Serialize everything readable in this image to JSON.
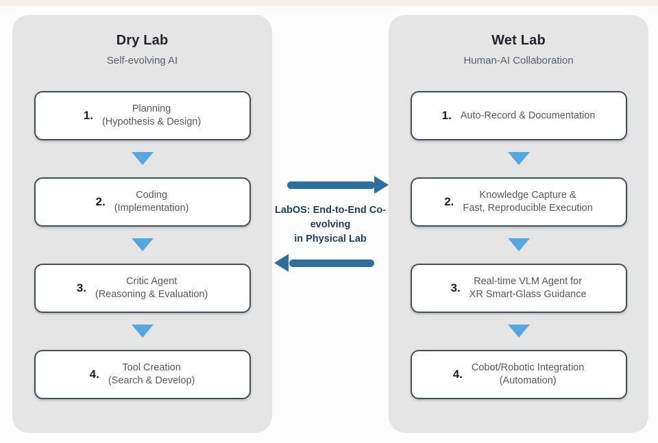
{
  "colors": {
    "top_strip": "#f6efe8",
    "panel_bg": "#e5e5e6",
    "box_border": "#424d5a",
    "triangle": "#54a7e0",
    "arrow": "#2e6f9f",
    "center_text": "#1d3d5f"
  },
  "center": {
    "label_lines": [
      "LabOS: End-to-End Co-",
      "evolving",
      "in Physical Lab"
    ]
  },
  "panels": [
    {
      "title": "Dry Lab",
      "subtitle": "Self-evolving AI",
      "steps": [
        {
          "num": "1.",
          "lines": [
            "Planning",
            "(Hypothesis & Design)"
          ]
        },
        {
          "num": "2.",
          "lines": [
            "Coding",
            "(Implementation)"
          ]
        },
        {
          "num": "3.",
          "lines": [
            "Critic Agent",
            "(Reasoning & Evaluation)"
          ]
        },
        {
          "num": "4.",
          "lines": [
            "Tool Creation",
            "(Search & Develop)"
          ]
        }
      ]
    },
    {
      "title": "Wet Lab",
      "subtitle": "Human-AI Collaboration",
      "steps": [
        {
          "num": "1.",
          "lines": [
            "Auto-Record & Documentation"
          ]
        },
        {
          "num": "2.",
          "lines": [
            "Knowledge Capture &",
            "Fast, Reproducible Execution"
          ]
        },
        {
          "num": "3.",
          "lines": [
            "Real-time VLM Agent for",
            "XR Smart-Glass Guidance"
          ]
        },
        {
          "num": "4.",
          "lines": [
            "Cobot/Robotic Integration",
            "(Automation)"
          ]
        }
      ]
    }
  ]
}
